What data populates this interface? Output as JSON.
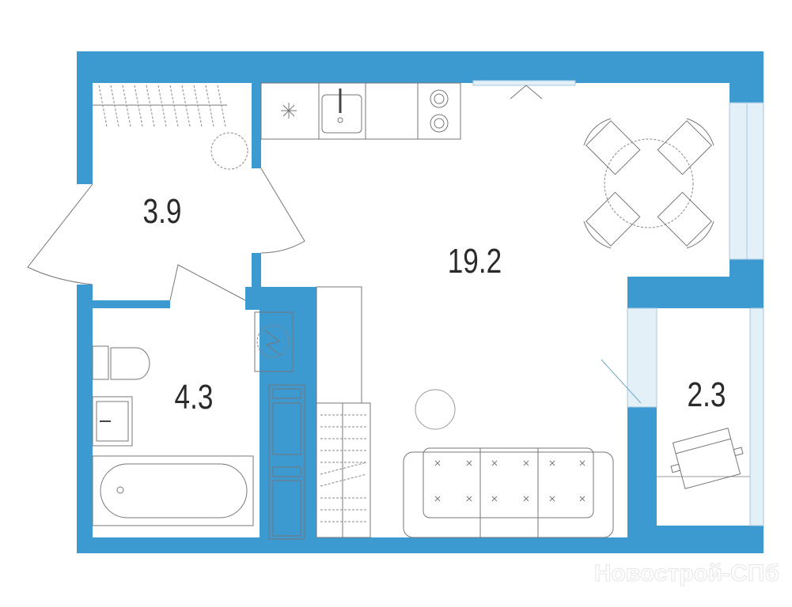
{
  "plan": {
    "wall_color": "#3d9ad0",
    "rooms": [
      {
        "name": "hallway",
        "area": "3.9"
      },
      {
        "name": "living-kitchen",
        "area": "19.2"
      },
      {
        "name": "bathroom",
        "area": "4.3"
      },
      {
        "name": "balcony",
        "area": "2.3"
      }
    ]
  },
  "watermark": "Новострой-СПб"
}
